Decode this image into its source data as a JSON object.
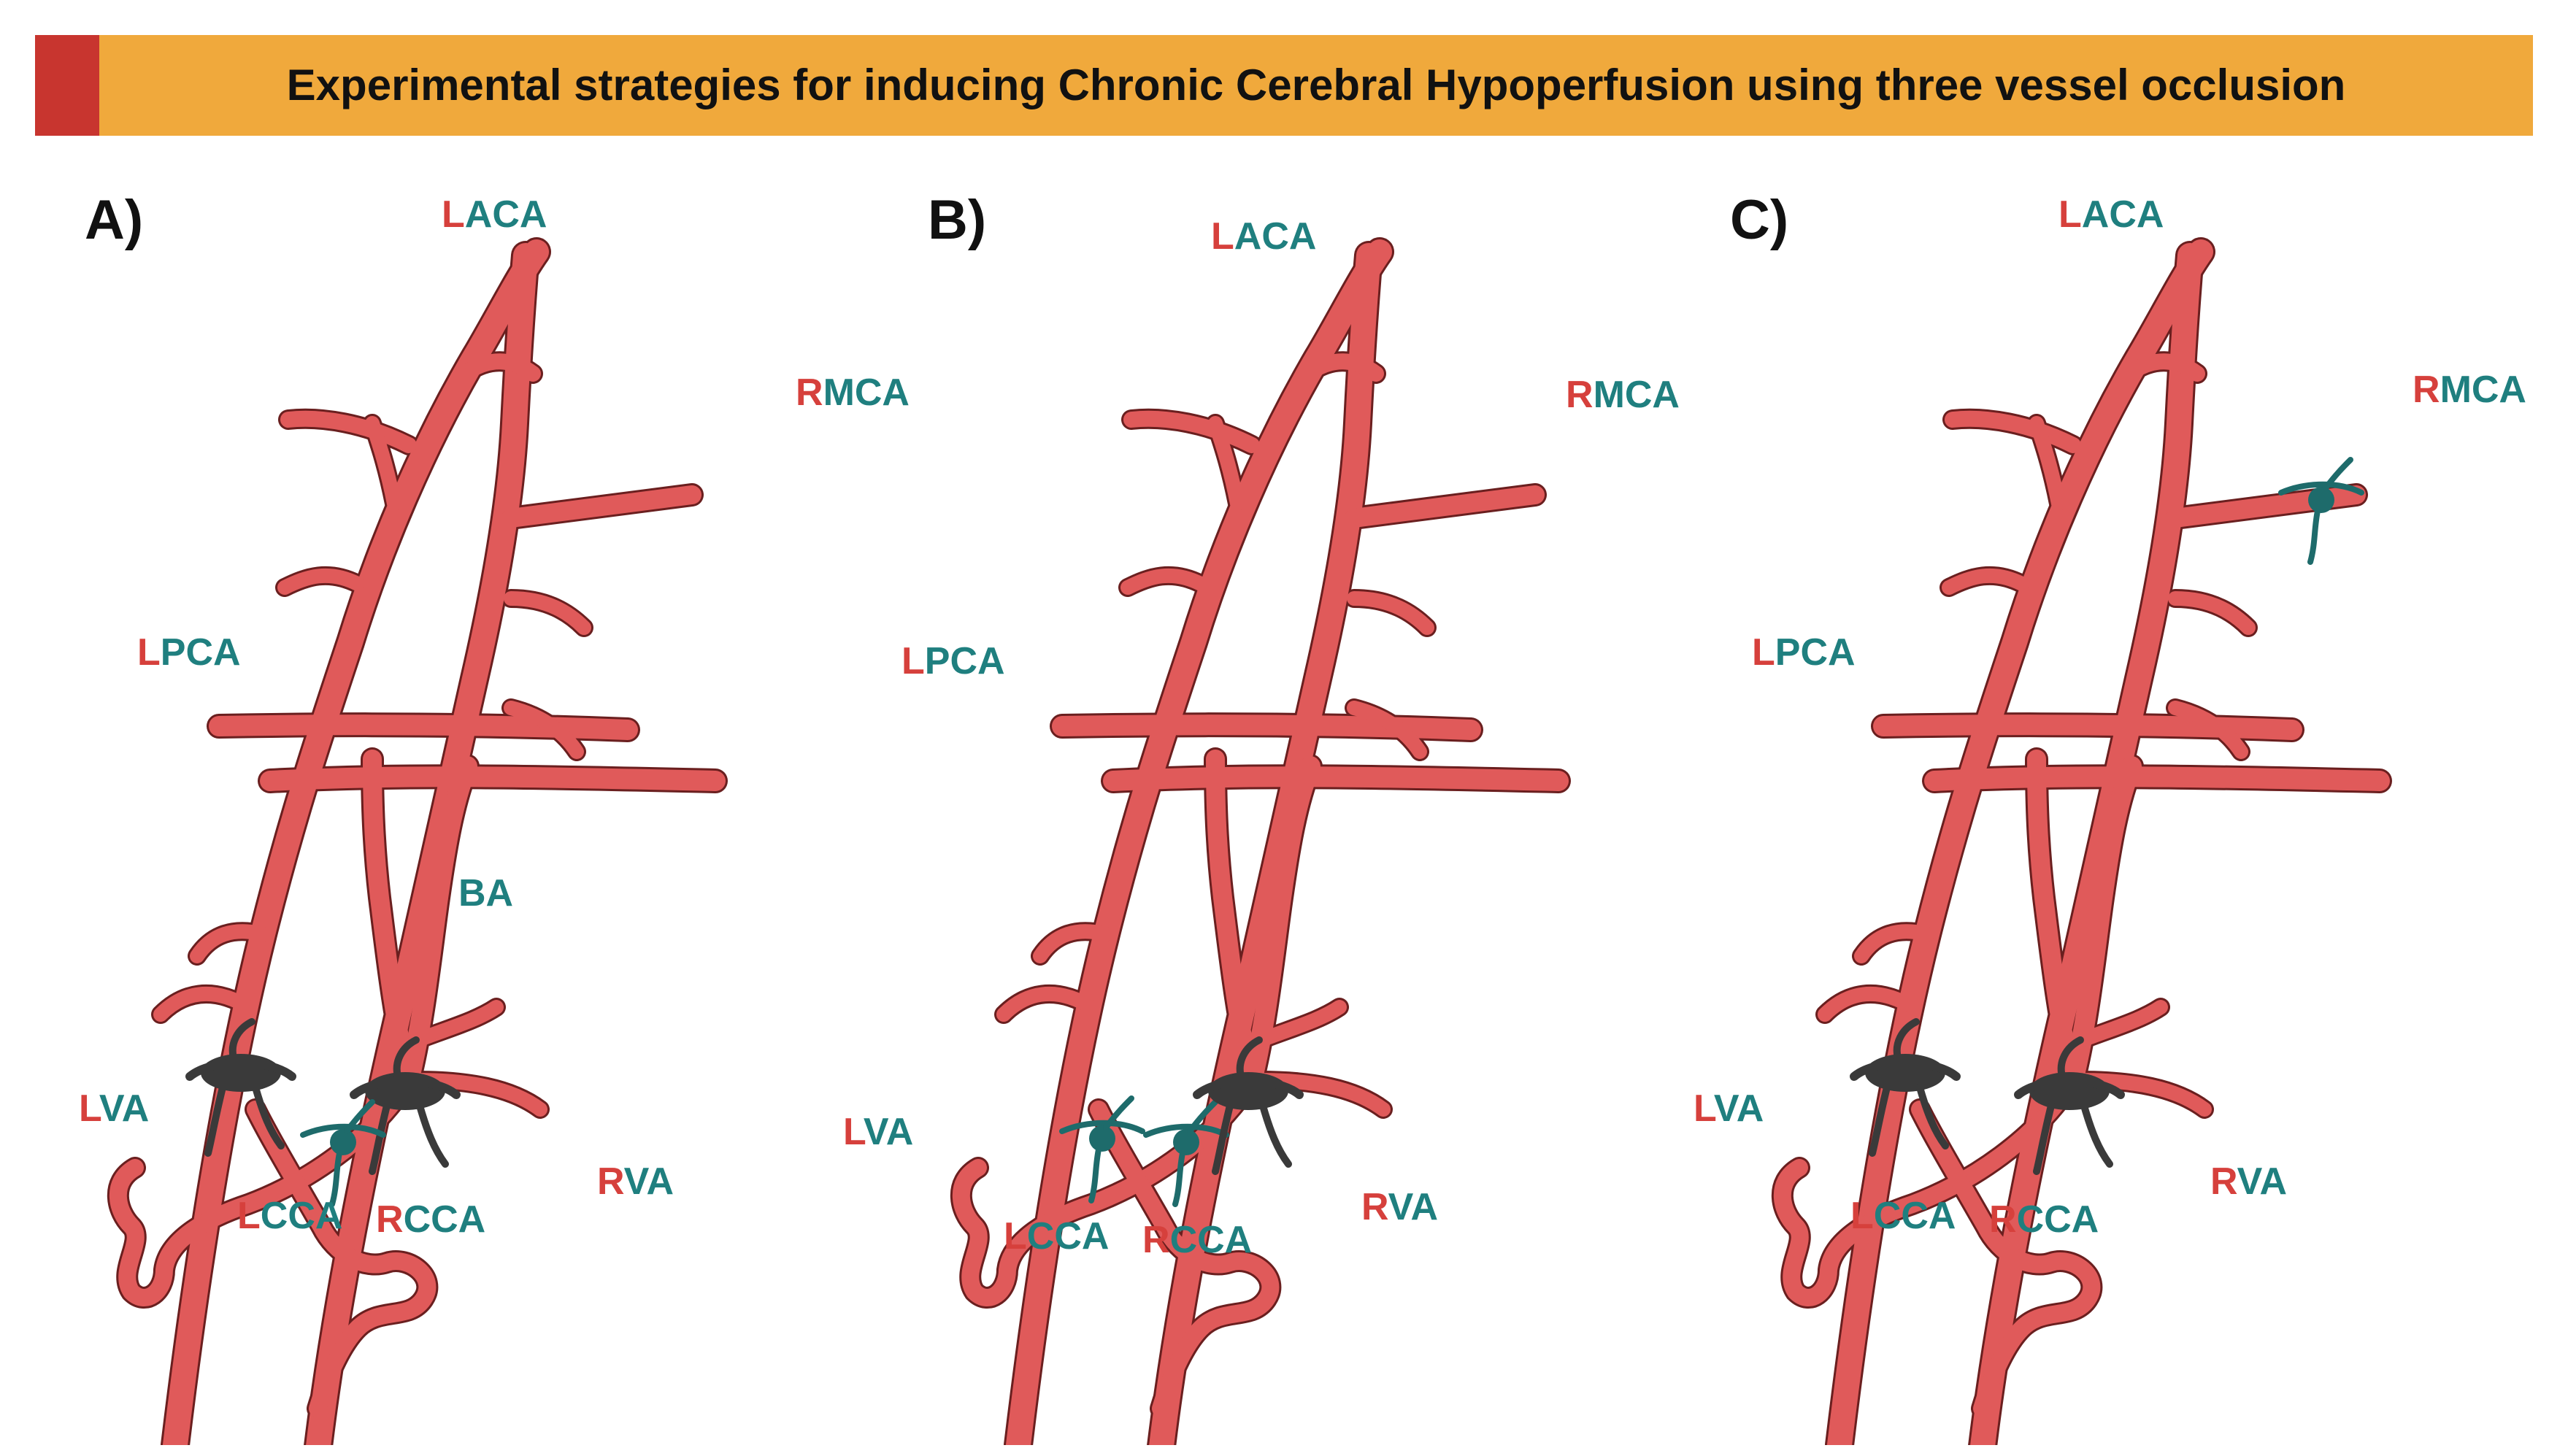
{
  "title": "Experimental strategies for inducing Chronic Cerebral Hypoperfusion using three vessel occlusion",
  "colors": {
    "banner": "#f0a93c",
    "banner_accent": "#c8352f",
    "vessel": "#e05a5a",
    "vessel_outline": "#6a1f1f",
    "side_letter": "#d6403c",
    "label_text": "#1f7f7f",
    "ligature_dark": "#3a3a3a",
    "ligature_teal": "#1e6b6b"
  },
  "panels": [
    {
      "letter": "A)",
      "labels": {
        "laca": {
          "side": "L",
          "rest": "ACA"
        },
        "rmca": {
          "side": "R",
          "rest": "MCA"
        },
        "lpca": {
          "side": "L",
          "rest": "PCA"
        },
        "ba": "BA",
        "lva": {
          "side": "L",
          "rest": "VA"
        },
        "lcca": {
          "side": "L",
          "rest": "CCA"
        },
        "rcca": {
          "side": "R",
          "rest": "CCA"
        },
        "rva": {
          "side": "R",
          "rest": "VA"
        }
      },
      "ligatures": [
        "left-vertebral",
        "right-vertebral",
        "right-common-carotid"
      ]
    },
    {
      "letter": "B)",
      "labels": {
        "laca": {
          "side": "L",
          "rest": "ACA"
        },
        "rmca": {
          "side": "R",
          "rest": "MCA"
        },
        "lpca": {
          "side": "L",
          "rest": "PCA"
        },
        "lva": {
          "side": "L",
          "rest": "VA"
        },
        "lcca": {
          "side": "L",
          "rest": "CCA"
        },
        "rcca": {
          "side": "R",
          "rest": "CCA"
        },
        "rva": {
          "side": "R",
          "rest": "VA"
        }
      },
      "ligatures": [
        "left-common-carotid",
        "right-common-carotid",
        "right-vertebral"
      ]
    },
    {
      "letter": "C)",
      "labels": {
        "laca": {
          "side": "L",
          "rest": "ACA"
        },
        "rmca": {
          "side": "R",
          "rest": "MCA"
        },
        "lpca": {
          "side": "L",
          "rest": "PCA"
        },
        "lva": {
          "side": "L",
          "rest": "VA"
        },
        "lcca": {
          "side": "L",
          "rest": "CCA"
        },
        "rcca": {
          "side": "R",
          "rest": "CCA"
        },
        "rva": {
          "side": "R",
          "rest": "VA"
        }
      },
      "ligatures": [
        "left-vertebral",
        "right-vertebral",
        "right-middle-cerebral"
      ]
    }
  ]
}
